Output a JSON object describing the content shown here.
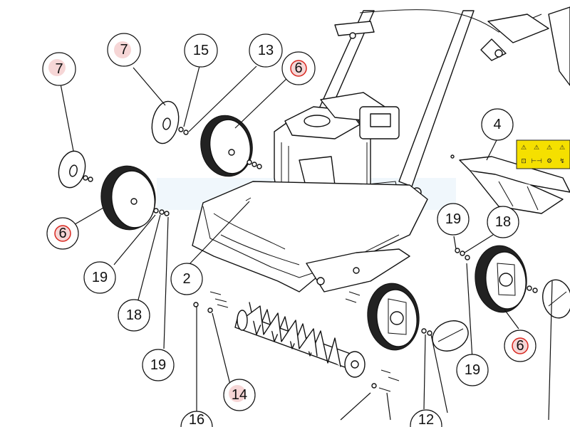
{
  "callouts": [
    {
      "id": "c7a",
      "label": "7",
      "highlight": true
    },
    {
      "id": "c7b",
      "label": "7",
      "highlight": true
    },
    {
      "id": "c15",
      "label": "15",
      "highlight": false
    },
    {
      "id": "c13",
      "label": "13",
      "highlight": false
    },
    {
      "id": "c6a",
      "label": "6",
      "highlight": true
    },
    {
      "id": "c4",
      "label": "4",
      "highlight": false
    },
    {
      "id": "c6b",
      "label": "6",
      "highlight": true
    },
    {
      "id": "c19a",
      "label": "19",
      "highlight": false
    },
    {
      "id": "c18a",
      "label": "18",
      "highlight": false
    },
    {
      "id": "c19b",
      "label": "19",
      "highlight": false
    },
    {
      "id": "c2",
      "label": "2",
      "highlight": false
    },
    {
      "id": "c19c",
      "label": "19",
      "highlight": false
    },
    {
      "id": "c18b",
      "label": "18",
      "highlight": false
    },
    {
      "id": "c6c",
      "label": "6",
      "highlight": true
    },
    {
      "id": "c19d",
      "label": "19",
      "highlight": false
    },
    {
      "id": "c14",
      "label": "14",
      "highlight": true
    },
    {
      "id": "c16",
      "label": "16",
      "highlight": false
    },
    {
      "id": "c12",
      "label": "12",
      "highlight": false
    }
  ],
  "warning_label": {
    "symbols": [
      "⚠",
      "⚠",
      "⚠",
      "⚠"
    ],
    "bottom_symbols": [
      "⊡",
      "⊢⊣",
      "⚙",
      "↯"
    ],
    "color": "#f5e000"
  },
  "colors": {
    "highlight": "#f6d6d6",
    "line": "#111111",
    "tire": "#222222",
    "accent_red": "#d8271f"
  }
}
